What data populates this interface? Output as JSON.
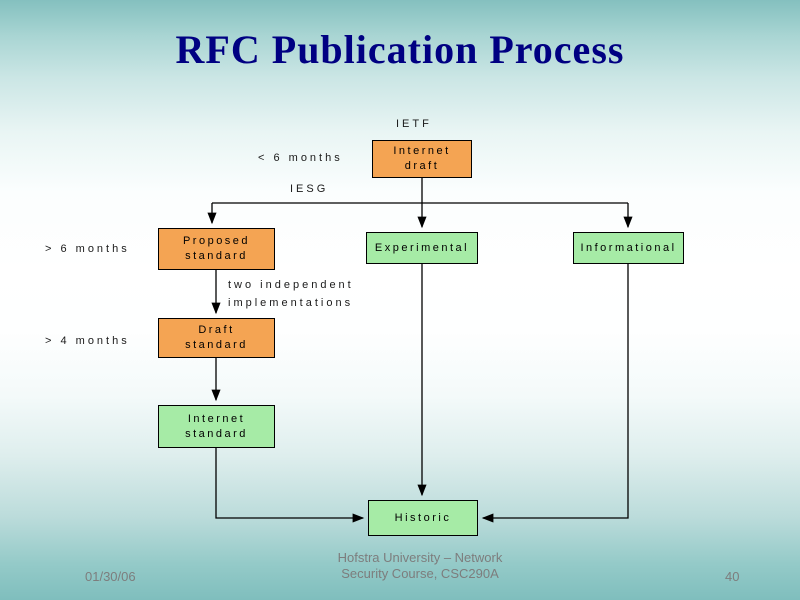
{
  "slide": {
    "title": "RFC Publication Process",
    "title_color": "#000082",
    "footer": {
      "date": "01/30/06",
      "course_line1": "Hofstra University – Network",
      "course_line2": "Security Course, CSC290A",
      "page_number": "40"
    }
  },
  "colors": {
    "standards_track_box": "#f4a453",
    "non_standards_box": "#a6eba6",
    "connector": "#000000",
    "background_teal": "#84c0bf"
  },
  "diagram": {
    "annotations": {
      "ietf": "IETF",
      "iesg": "IESG",
      "less_6_months": "< 6 months",
      "more_6_months": "> 6 months",
      "more_4_months": "> 4 months",
      "two_independent_line1": "two independent",
      "two_independent_line2": "implementations"
    },
    "nodes": {
      "internet_draft": {
        "line1": "Internet",
        "line2": "draft"
      },
      "proposed_standard": {
        "line1": "Proposed",
        "line2": "standard"
      },
      "experimental": {
        "line1": "Experimental"
      },
      "informational": {
        "line1": "Informational"
      },
      "draft_standard": {
        "line1": "Draft",
        "line2": "standard"
      },
      "internet_standard": {
        "line1": "Internet",
        "line2": "standard"
      },
      "historic": {
        "line1": "Historic"
      }
    },
    "edges": [
      {
        "from": "internet_draft",
        "to": "proposed_standard",
        "label": "IESG"
      },
      {
        "from": "internet_draft",
        "to": "experimental"
      },
      {
        "from": "internet_draft",
        "to": "informational"
      },
      {
        "from": "proposed_standard",
        "to": "draft_standard",
        "label": "two independent implementations"
      },
      {
        "from": "draft_standard",
        "to": "internet_standard"
      },
      {
        "from": "internet_standard",
        "to": "historic"
      },
      {
        "from": "experimental",
        "to": "historic"
      },
      {
        "from": "informational",
        "to": "historic"
      }
    ]
  }
}
